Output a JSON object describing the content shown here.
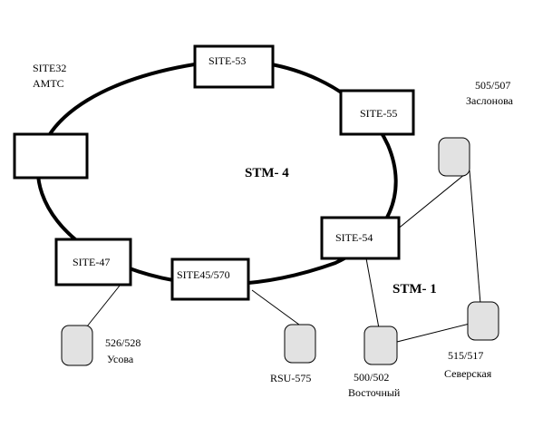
{
  "ring": {
    "stm4_label": "STM- 4",
    "stm1_label": "STM- 1"
  },
  "sites": {
    "site53": "SITE-53",
    "site55": "SITE-55",
    "site54": "SITE-54",
    "site47": "SITE-47",
    "site45": "SITE45/570",
    "site32_line1": "SITE32",
    "site32_line2": "АМТС"
  },
  "access_nodes": {
    "zaslonova_num": "505/507",
    "zaslonova_name": "Заслонова",
    "severskaya_num": "515/517",
    "severskaya_name": "Северская",
    "vostochny_num": "500/502",
    "vostochny_name": "Восточный",
    "rsu_name": "RSU-575",
    "usova_num": "526/528",
    "usova_name": "Усова"
  },
  "colors": {
    "line": "#000000",
    "node_fill": "#e2e2e2",
    "background": "#ffffff"
  }
}
